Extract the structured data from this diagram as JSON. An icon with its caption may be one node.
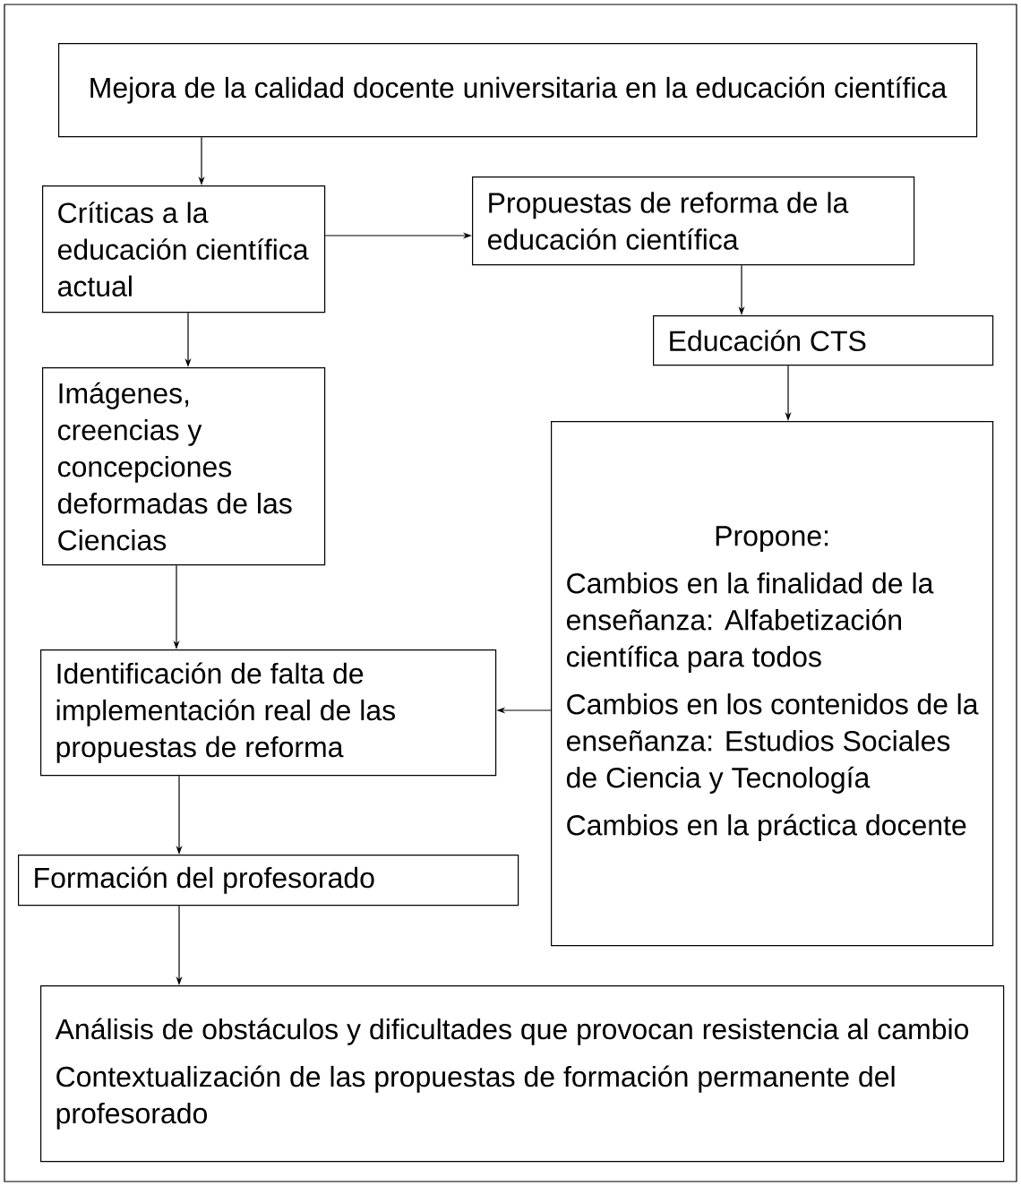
{
  "diagram": {
    "nodes": [
      {
        "text": [
          "Mejora de la calidad docente universitaria en la educación científica"
        ]
      },
      {
        "text": [
          "Críticas a la educación científica actual"
        ]
      },
      {
        "text": [
          "Propuestas de reforma de la educación científica"
        ]
      },
      {
        "text": [
          "Educación CTS"
        ]
      },
      {
        "text": [
          "Imágenes, creencias y concepciones deformadas de las Ciencias"
        ]
      },
      {
        "text": [
          "Propone:",
          "Cambios en la finalidad de la enseñanza: Alfabetización científica para todos",
          "Cambios en los contenidos de la enseñanza: Estudios Sociales de Ciencia y Tecnología",
          "Cambios en la práctica docente"
        ]
      },
      {
        "text": [
          "Identificación de falta de implementación real de las propuestas de reforma"
        ]
      },
      {
        "text": [
          "Formación del profesorado"
        ]
      },
      {
        "text": [
          "Análisis de obstáculos y dificultades que provocan resistencia al cambio",
          "Contextualización de las propuestas de formación permanente del profesorado"
        ]
      }
    ],
    "edges": [
      {
        "from": 0,
        "to": 1,
        "arrow": "to"
      },
      {
        "from": 1,
        "to": 2,
        "arrow": "to"
      },
      {
        "from": 2,
        "to": 3,
        "arrow": "to"
      },
      {
        "from": 3,
        "to": 5,
        "arrow": "to"
      },
      {
        "from": 1,
        "to": 4,
        "arrow": "to"
      },
      {
        "from": 4,
        "to": 6,
        "arrow": "to"
      },
      {
        "from": 5,
        "to": 6,
        "arrow": "to"
      },
      {
        "from": 6,
        "to": 7,
        "arrow": "to"
      },
      {
        "from": 7,
        "to": 8,
        "arrow": "to"
      }
    ]
  }
}
